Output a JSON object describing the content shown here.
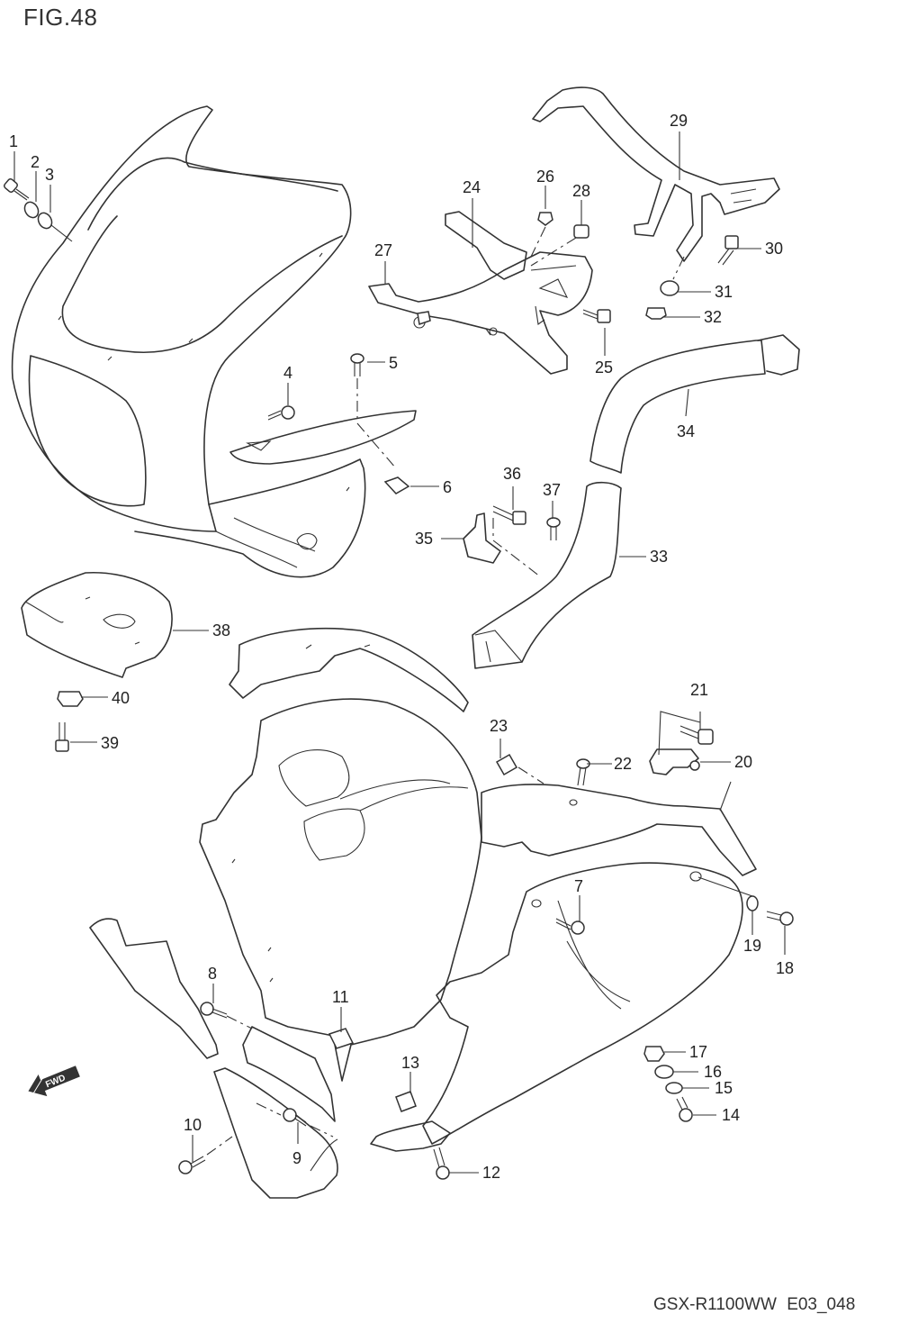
{
  "figure": {
    "title": "FIG.48",
    "model": "GSX-R1100WW",
    "code": "E03_048",
    "fwd_label": "FWD"
  },
  "callouts": [
    {
      "id": "1"
    },
    {
      "id": "2"
    },
    {
      "id": "3"
    },
    {
      "id": "4"
    },
    {
      "id": "5"
    },
    {
      "id": "6"
    },
    {
      "id": "7"
    },
    {
      "id": "8"
    },
    {
      "id": "9"
    },
    {
      "id": "10"
    },
    {
      "id": "11"
    },
    {
      "id": "12"
    },
    {
      "id": "13"
    },
    {
      "id": "14"
    },
    {
      "id": "15"
    },
    {
      "id": "16"
    },
    {
      "id": "17"
    },
    {
      "id": "18"
    },
    {
      "id": "19"
    },
    {
      "id": "20"
    },
    {
      "id": "21"
    },
    {
      "id": "22"
    },
    {
      "id": "23"
    },
    {
      "id": "24"
    },
    {
      "id": "25"
    },
    {
      "id": "26"
    },
    {
      "id": "27"
    },
    {
      "id": "28"
    },
    {
      "id": "29"
    },
    {
      "id": "30"
    },
    {
      "id": "31"
    },
    {
      "id": "32"
    },
    {
      "id": "33"
    },
    {
      "id": "34"
    },
    {
      "id": "35"
    },
    {
      "id": "36"
    },
    {
      "id": "37"
    },
    {
      "id": "38"
    },
    {
      "id": "39"
    },
    {
      "id": "40"
    }
  ]
}
